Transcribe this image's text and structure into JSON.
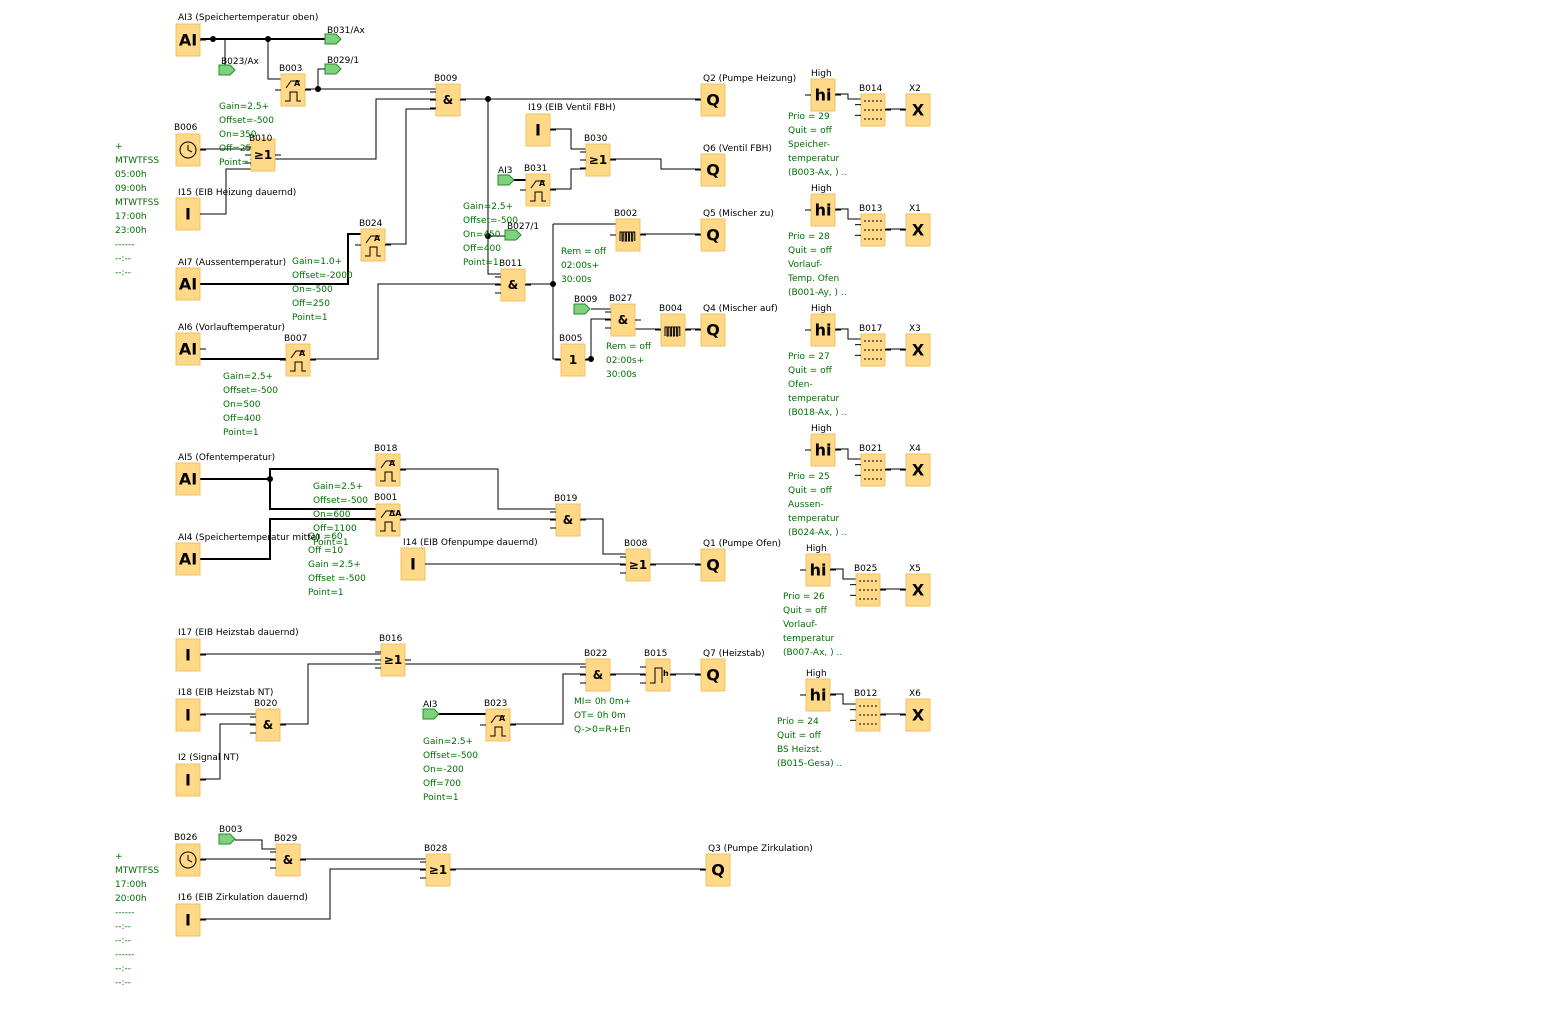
{
  "blocks": [
    {
      "id": "AI3",
      "sym": "AI",
      "label": "AI3 (Speichertemperatur oben)"
    },
    {
      "id": "AI7",
      "sym": "AI",
      "label": "AI7 (Aussentemperatur)"
    },
    {
      "id": "AI6",
      "sym": "AI",
      "label": "AI6 (Vorlauftemperatur)"
    },
    {
      "id": "AI5",
      "sym": "AI",
      "label": "AI5 (Ofentemperatur)"
    },
    {
      "id": "AI4",
      "sym": "AI",
      "label": "AI4 (Speichertemperatur mitte)"
    },
    {
      "id": "I15",
      "sym": "I",
      "label": "I15 (EIB Heizung dauernd)"
    },
    {
      "id": "I19",
      "sym": "I",
      "label": "I19 (EIB Ventil FBH)"
    },
    {
      "id": "I14",
      "sym": "I",
      "label": "I14 (EIB Ofenpumpe dauernd)"
    },
    {
      "id": "I17",
      "sym": "I",
      "label": "I17 (EIB Heizstab dauernd)"
    },
    {
      "id": "I18",
      "sym": "I",
      "label": "I18 (EIB Heizstab NT)"
    },
    {
      "id": "I2",
      "sym": "I",
      "label": "I2 (Signal NT)"
    },
    {
      "id": "I16",
      "sym": "I",
      "label": "I16 (EIB Zirkulation dauernd)"
    },
    {
      "id": "B006",
      "sym": "clock",
      "label": "B006"
    },
    {
      "id": "B026",
      "sym": "clock",
      "label": "B026"
    },
    {
      "id": "B003",
      "sym": "thr",
      "label": "B003"
    },
    {
      "id": "B024",
      "sym": "thr",
      "label": "B024"
    },
    {
      "id": "B007",
      "sym": "thr",
      "label": "B007"
    },
    {
      "id": "B031",
      "sym": "thr",
      "label": "B031"
    },
    {
      "id": "B018",
      "sym": "thr",
      "label": "B018"
    },
    {
      "id": "B001",
      "sym": "dthr",
      "label": "B001"
    },
    {
      "id": "B023",
      "sym": "thr",
      "label": "B023"
    },
    {
      "id": "B010",
      "sym": "≥1",
      "label": "B010"
    },
    {
      "id": "B030",
      "sym": "≥1",
      "label": "B030"
    },
    {
      "id": "B008",
      "sym": "≥1",
      "label": "B008"
    },
    {
      "id": "B016",
      "sym": "≥1",
      "label": "B016"
    },
    {
      "id": "B028",
      "sym": "≥1",
      "label": "B028"
    },
    {
      "id": "B009",
      "sym": "&",
      "label": "B009"
    },
    {
      "id": "B011",
      "sym": "&",
      "label": "B011"
    },
    {
      "id": "B027",
      "sym": "&",
      "label": "B027"
    },
    {
      "id": "B019",
      "sym": "&",
      "label": "B019"
    },
    {
      "id": "B020",
      "sym": "&",
      "label": "B020"
    },
    {
      "id": "B022",
      "sym": "&",
      "label": "B022"
    },
    {
      "id": "B029",
      "sym": "&",
      "label": "B029"
    },
    {
      "id": "B005",
      "sym": "1",
      "label": "B005"
    },
    {
      "id": "B002",
      "sym": "pulse",
      "label": "B002"
    },
    {
      "id": "B004",
      "sym": "pulse",
      "label": "B004"
    },
    {
      "id": "B015",
      "sym": "hours",
      "label": "B015"
    },
    {
      "id": "Q2",
      "sym": "Q",
      "label": "Q2 (Pumpe Heizung)"
    },
    {
      "id": "Q6",
      "sym": "Q",
      "label": "Q6 (Ventil FBH)"
    },
    {
      "id": "Q5",
      "sym": "Q",
      "label": "Q5 (Mischer zu)"
    },
    {
      "id": "Q4",
      "sym": "Q",
      "label": "Q4 (Mischer auf)"
    },
    {
      "id": "Q1",
      "sym": "Q",
      "label": "Q1 (Pumpe Ofen)"
    },
    {
      "id": "Q7",
      "sym": "Q",
      "label": "Q7 (Heizstab)"
    },
    {
      "id": "Q3",
      "sym": "Q",
      "label": "Q3 (Pumpe Zirkulation)"
    },
    {
      "id": "hi1",
      "sym": "hi",
      "label": "High"
    },
    {
      "id": "hi2",
      "sym": "hi",
      "label": "High"
    },
    {
      "id": "hi3",
      "sym": "hi",
      "label": "High"
    },
    {
      "id": "hi4",
      "sym": "hi",
      "label": "High"
    },
    {
      "id": "hi5",
      "sym": "hi",
      "label": "High"
    },
    {
      "id": "hi6",
      "sym": "hi",
      "label": "High"
    },
    {
      "id": "B014",
      "sym": "msg",
      "label": "B014"
    },
    {
      "id": "B013",
      "sym": "msg",
      "label": "B013"
    },
    {
      "id": "B017",
      "sym": "msg",
      "label": "B017"
    },
    {
      "id": "B021",
      "sym": "msg",
      "label": "B021"
    },
    {
      "id": "B025",
      "sym": "msg",
      "label": "B025"
    },
    {
      "id": "B012",
      "sym": "msg",
      "label": "B012"
    },
    {
      "id": "X2",
      "sym": "X",
      "label": "X2"
    },
    {
      "id": "X1",
      "sym": "X",
      "label": "X1"
    },
    {
      "id": "X3",
      "sym": "X",
      "label": "X3"
    },
    {
      "id": "X4",
      "sym": "X",
      "label": "X4"
    },
    {
      "id": "X5",
      "sym": "X",
      "label": "X5"
    },
    {
      "id": "X6",
      "sym": "X",
      "label": "X6"
    }
  ],
  "flags": [
    {
      "id": "f1",
      "label": "B031/Ax"
    },
    {
      "id": "f2",
      "label": "B023/Ax"
    },
    {
      "id": "f3",
      "label": "B029/1"
    },
    {
      "id": "f4",
      "label": "B027/1"
    },
    {
      "id": "f5",
      "label": "AI3"
    },
    {
      "id": "f6",
      "label": "B009"
    },
    {
      "id": "f7",
      "label": "AI3"
    },
    {
      "id": "f8",
      "label": "B003"
    }
  ],
  "params": [
    {
      "id": "p_b003",
      "lines": [
        "Gain=2.5+",
        "Offset=-500",
        "On=350",
        "Off=250",
        "Point=1"
      ]
    },
    {
      "id": "p_b006",
      "lines": [
        "+",
        "MTWTFSS",
        "05:00h",
        "09:00h",
        "MTWTFSS",
        "17:00h",
        "23:00h",
        "------",
        "--:--",
        "--:--"
      ]
    },
    {
      "id": "p_b024",
      "lines": [
        "Gain=1.0+",
        "Offset=-2000",
        "On=-500",
        "Off=250",
        "Point=1"
      ]
    },
    {
      "id": "p_b007",
      "lines": [
        "Gain=2.5+",
        "Offset=-500",
        "On=500",
        "Off=400",
        "Point=1"
      ]
    },
    {
      "id": "p_b031",
      "lines": [
        "Gain=2.5+",
        "Offset=-500",
        "On=450",
        "Off=400",
        "Point=1"
      ]
    },
    {
      "id": "p_b002",
      "lines": [
        "Rem = off",
        "02:00s+",
        "30:00s"
      ]
    },
    {
      "id": "p_b004",
      "lines": [
        "Rem = off",
        "02:00s+",
        "30:00s"
      ]
    },
    {
      "id": "p_b018",
      "lines": [
        "Gain=2.5+",
        "Offset=-500",
        "On=600",
        "Off=1100",
        "Point=1"
      ]
    },
    {
      "id": "p_b001",
      "lines": [
        "On    =60",
        "Off   =10",
        "Gain   =2.5+",
        "Offset =-500",
        "Point=1"
      ]
    },
    {
      "id": "p_b023",
      "lines": [
        "Gain=2.5+",
        "Offset=-500",
        "On=-200",
        "Off=700",
        "Point=1"
      ]
    },
    {
      "id": "p_b015",
      "lines": [
        "MI=    0h 0m+",
        "OT=    0h 0m",
        "Q->0=R+En"
      ]
    },
    {
      "id": "p_b026",
      "lines": [
        "+",
        "MTWTFSS",
        "17:00h",
        "20:00h",
        "------",
        "--:--",
        "--:--",
        "------",
        "--:--",
        "--:--"
      ]
    },
    {
      "id": "p_hi1",
      "lines": [
        "Prio = 29",
        "Quit = off",
        "Speicher-",
        "temperatur",
        "(B003-Ax, ) .."
      ]
    },
    {
      "id": "p_hi2",
      "lines": [
        "Prio = 28",
        "Quit = off",
        "Vorlauf-",
        "Temp. Ofen",
        "(B001-Ay, ) .."
      ]
    },
    {
      "id": "p_hi3",
      "lines": [
        "Prio = 27",
        "Quit = off",
        "Ofen-",
        "temperatur",
        "(B018-Ax, ) .."
      ]
    },
    {
      "id": "p_hi4",
      "lines": [
        "Prio = 25",
        "Quit = off",
        "Aussen-",
        "temperatur",
        "(B024-Ax, ) .."
      ]
    },
    {
      "id": "p_hi5",
      "lines": [
        "Prio = 26",
        "Quit = off",
        "Vorlauf-",
        "temperatur",
        "(B007-Ax, ) .."
      ]
    },
    {
      "id": "p_hi6",
      "lines": [
        "Prio = 24",
        "Quit = off",
        "BS Heizst.",
        "(B015-Gesa) .."
      ]
    }
  ]
}
